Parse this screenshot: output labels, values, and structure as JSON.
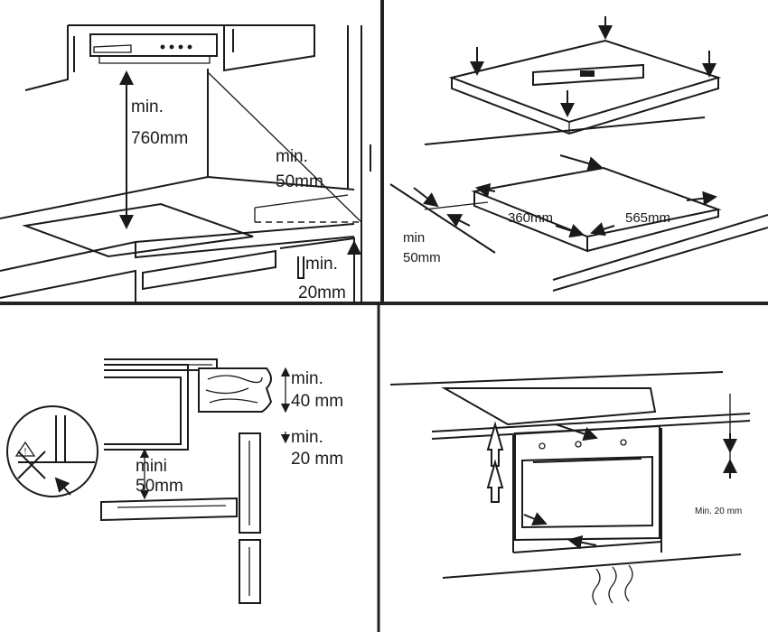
{
  "panels": {
    "top_left": {
      "height_label_1": "min.",
      "height_label_2": "760mm",
      "wall_gap_label_1": "min.",
      "wall_gap_label_2": "50mm",
      "under_gap_label_1": "min.",
      "under_gap_label_2": "20mm"
    },
    "top_right": {
      "edge_label_1": "min",
      "edge_label_2": "50mm",
      "cutout_depth": "360mm",
      "cutout_width": "565mm"
    },
    "bottom_left": {
      "warning_glyph": "!",
      "worktop_label_1": "min.",
      "worktop_label_2": "40 mm",
      "panel_label_1": "min.",
      "panel_label_2": "20 mm",
      "gap_label_1": "mini",
      "gap_label_2": "50mm"
    },
    "bottom_right": {
      "clearance_label": "Min. 20 mm"
    }
  },
  "colors": {
    "line": "#1a1a1a",
    "background": "#ffffff",
    "panel_border": "#222222"
  }
}
